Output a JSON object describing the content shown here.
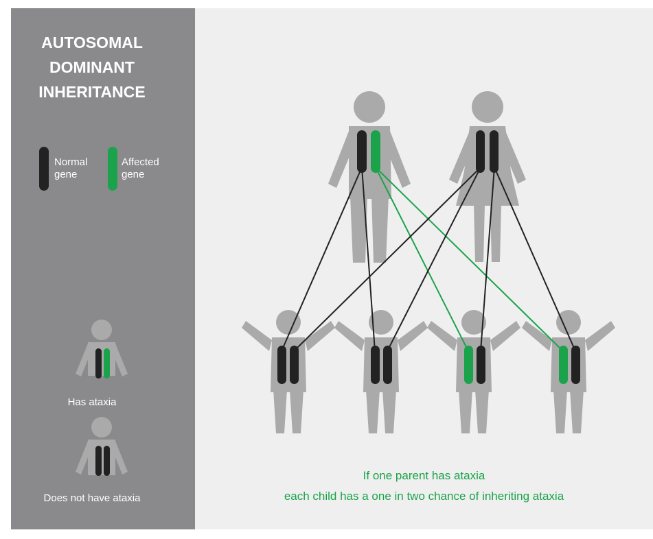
{
  "sidebar": {
    "title_lines": [
      "AUTOSOMAL",
      "DOMINANT",
      "INHERITANCE"
    ],
    "legend": {
      "normal_line1": "Normal",
      "normal_line2": "gene",
      "affected_line1": "Affected",
      "affected_line2": "gene"
    },
    "key_affected_label": "Has ataxia",
    "key_unaffected_label": "Does not have ataxia"
  },
  "caption": {
    "line1": "If one parent has ataxia",
    "line2": "each child has a one in two chance of inheriting ataxia"
  },
  "colors": {
    "sidebar_bg": "#8a8a8c",
    "main_bg": "#efefef",
    "figure": "#aaaaab",
    "normal_gene": "#222222",
    "affected_gene": "#1aa34a",
    "caption": "#1aa34a"
  }
}
